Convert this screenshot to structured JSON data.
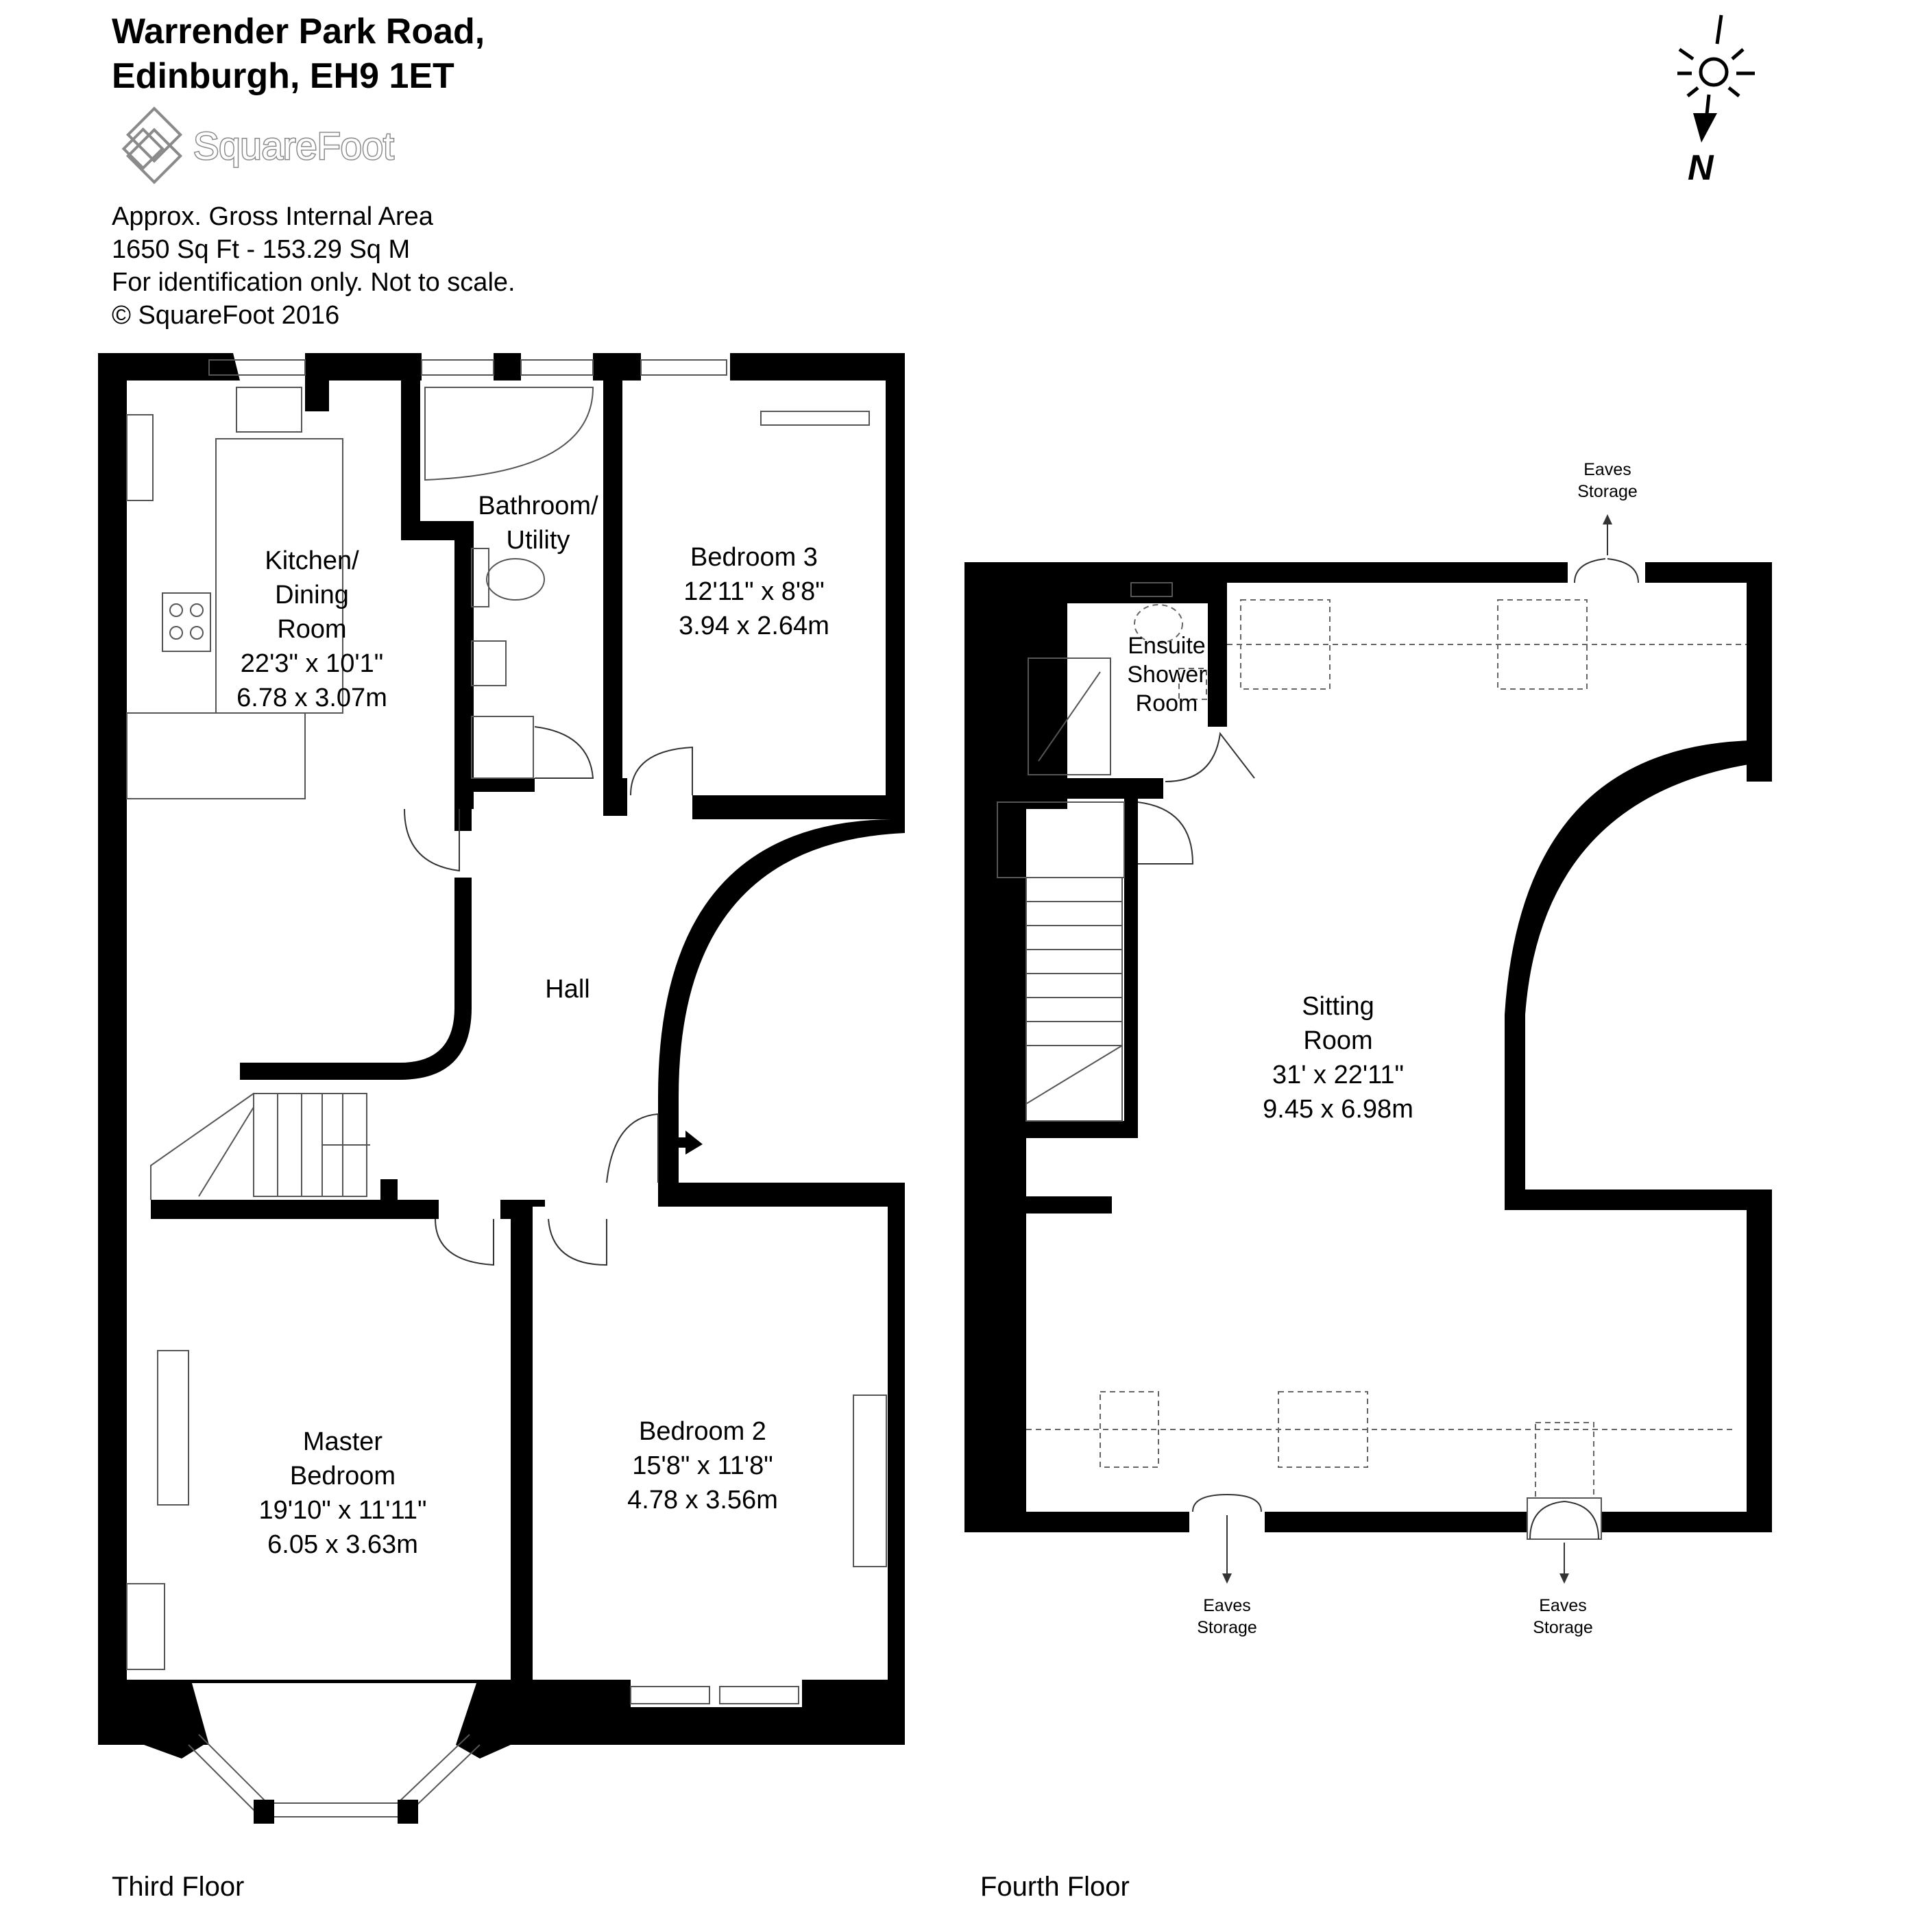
{
  "header": {
    "address_line1": "Warrender Park Road,",
    "address_line2": "Edinburgh, EH9 1ET",
    "brand_name": "SquareFoot"
  },
  "info": {
    "line1": "Approx. Gross Internal Area",
    "line2": "1650 Sq Ft  -  153.29 Sq M",
    "line3": "For identification only. Not to scale.",
    "line4": "© SquareFoot 2016"
  },
  "compass": {
    "label": "N",
    "icon": "compass-sun-icon"
  },
  "third_floor": {
    "label": "Third Floor",
    "kitchen": {
      "name_l1": "Kitchen/",
      "name_l2": "Dining",
      "name_l3": "Room",
      "imperial": "22'3\" x 10'1\"",
      "metric": "6.78 x 3.07m"
    },
    "bathroom": {
      "name_l1": "Bathroom/",
      "name_l2": "Utility"
    },
    "bedroom3": {
      "name": "Bedroom 3",
      "imperial": "12'11\" x 8'8\"",
      "metric": "3.94 x 2.64m"
    },
    "hall": {
      "name": "Hall"
    },
    "master": {
      "name_l1": "Master",
      "name_l2": "Bedroom",
      "imperial": "19'10\" x 11'11\"",
      "metric": "6.05 x 3.63m"
    },
    "bedroom2": {
      "name": "Bedroom 2",
      "imperial": "15'8\" x 11'8\"",
      "metric": "4.78 x 3.56m"
    }
  },
  "fourth_floor": {
    "label": "Fourth Floor",
    "ensuite": {
      "name_l1": "Ensuite",
      "name_l2": "Shower",
      "name_l3": "Room"
    },
    "sitting": {
      "name_l1": "Sitting",
      "name_l2": "Room",
      "imperial": "31' x 22'11\"",
      "metric": "9.45 x 6.98m"
    },
    "eaves_top": {
      "l1": "Eaves",
      "l2": "Storage"
    },
    "eaves_bottom_left": {
      "l1": "Eaves",
      "l2": "Storage"
    },
    "eaves_bottom_right": {
      "l1": "Eaves",
      "l2": "Storage"
    }
  },
  "colors": {
    "wall": "#000000",
    "brand_outline": "#8a8a8a"
  }
}
